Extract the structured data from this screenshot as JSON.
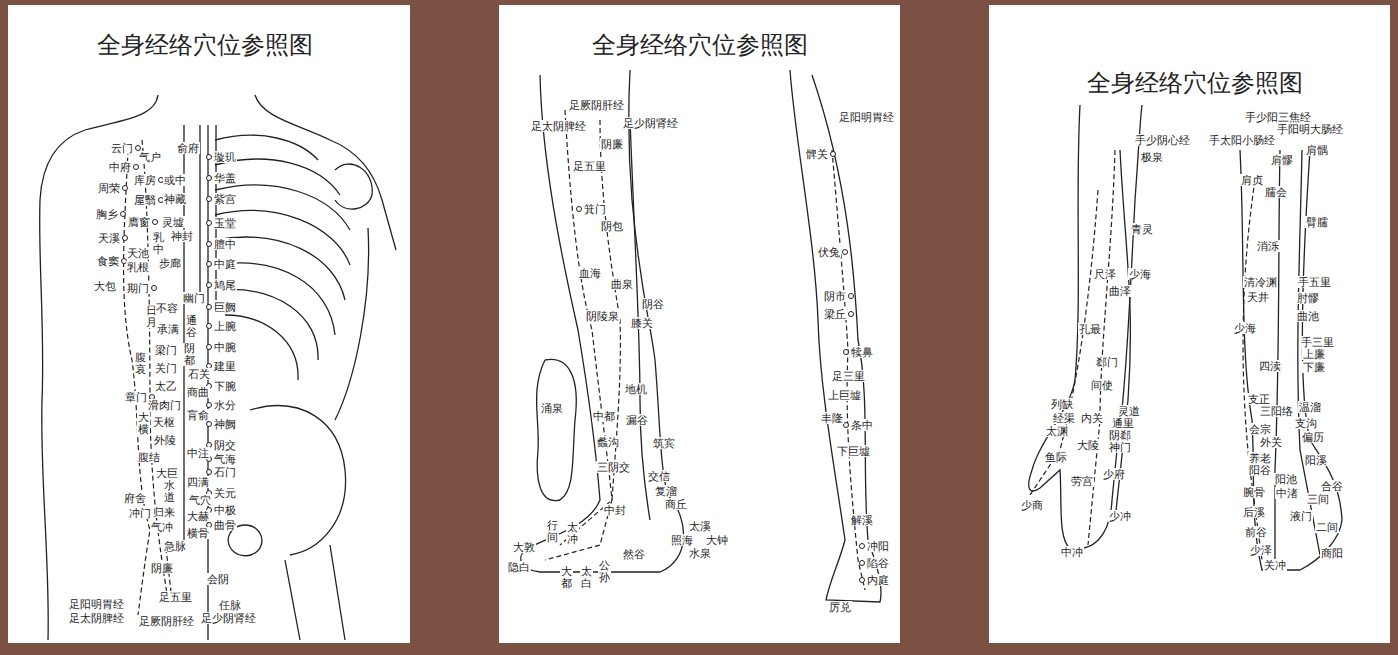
{
  "diagram": {
    "title": "全身经络穴位参照图",
    "labels": [
      "全身经络穴位参照图",
      "全身经络穴位参照图",
      "云门",
      "气户",
      "中府",
      "库房",
      "周荣",
      "屋翳",
      "胸乡",
      "膺窗",
      "天溪",
      "乳中",
      "天池",
      "食窦",
      "乳根",
      "大包",
      "期门",
      "日月",
      "不容",
      "承满",
      "梁门",
      "腹哀",
      "关门",
      "太乙",
      "章门",
      "滑肉门",
      "大横",
      "天枢",
      "外陵",
      "腹结",
      "大巨",
      "水道",
      "府舍",
      "冲门",
      "归来",
      "气冲",
      "急脉",
      "阴廉",
      "足五里",
      "俞府",
      "或中",
      "神藏",
      "灵墟",
      "神封",
      "步廊",
      "幽门",
      "通谷",
      "阴都",
      "石关",
      "商曲",
      "肓俞",
      "中注",
      "四满",
      "气穴",
      "大赫",
      "横骨",
      "璇玑",
      "华盖",
      "紫宫",
      "玉堂",
      "膻中",
      "中庭",
      "鸠尾",
      "巨阙",
      "上腕",
      "中腕",
      "建里",
      "下腕",
      "水分",
      "神阙",
      "阴交",
      "气海",
      "石门",
      "关元",
      "中极",
      "曲骨",
      "会阴",
      "任脉",
      "足阳明胃经",
      "足太阴脾经",
      "足厥阴肝经",
      "足少阴肾经",
      "足厥阴肝经",
      "足太阴脾经",
      "足少阴肾经",
      "阴廉",
      "足五里",
      "箕门",
      "阴包",
      "血海",
      "曲泉",
      "阴谷",
      "阴陵泉",
      "膝关",
      "涌泉",
      "地机",
      "中都",
      "漏谷",
      "蠡沟",
      "筑宾",
      "三阴交",
      "交信",
      "复溜",
      "商丘",
      "中封",
      "太溪",
      "行间",
      "太冲",
      "照海",
      "大钟",
      "大敦",
      "然谷",
      "水泉",
      "隐白",
      "大都",
      "太白",
      "公孙",
      "足阳明胃经",
      "髀关",
      "伏兔",
      "阴市",
      "梁丘",
      "犊鼻",
      "足三里",
      "上巨墟",
      "丰隆",
      "条中",
      "下巨墟",
      "解溪",
      "冲阳",
      "陷谷",
      "内庭",
      "厉兑",
      "手少阴心经",
      "极泉",
      "青灵",
      "尺泽",
      "少海",
      "曲泽",
      "孔最",
      "郄门",
      "间使",
      "列缺",
      "灵道",
      "经渠",
      "内关",
      "通里",
      "太渊",
      "阴郄",
      "大陵",
      "神门",
      "鱼际",
      "少府",
      "劳宫",
      "少商",
      "少冲",
      "中冲",
      "手少阳三焦经",
      "手阳明大肠经",
      "手太阳小肠经",
      "肩髃",
      "肩髎",
      "肩贞",
      "臑会",
      "臂臑",
      "消泺",
      "清冷渊",
      "手五里",
      "天井",
      "肘髎",
      "曲池",
      "少海",
      "手三里",
      "上廉",
      "下廉",
      "四渎",
      "支正",
      "温溜",
      "三阳络",
      "支沟",
      "会宗",
      "偏历",
      "外关",
      "养老",
      "阳溪",
      "阳谷",
      "阳池",
      "合谷",
      "腕骨",
      "中渚",
      "三间",
      "后溪",
      "液门",
      "二间",
      "前谷",
      "少泽",
      "商阳",
      "关冲"
    ]
  }
}
